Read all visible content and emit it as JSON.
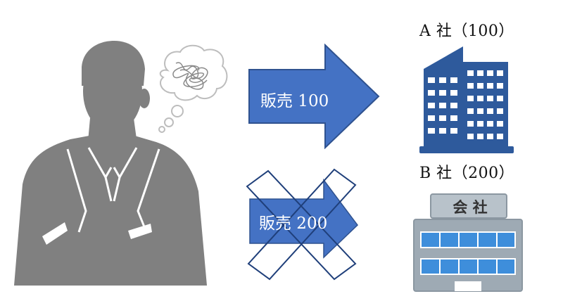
{
  "companies": {
    "a": {
      "label": "A 社（100）"
    },
    "b": {
      "label": "B 社（200）",
      "sign_text": "会 社"
    }
  },
  "arrows": {
    "top": {
      "label": "販売 100"
    },
    "bottom": {
      "label": "販売 200"
    }
  },
  "colors": {
    "arrow_fill": "#4472C4",
    "arrow_stroke": "#2F528F",
    "silhouette": "#808080",
    "building_a": "#2E5A9C",
    "building_b_body": "#9EAAB4",
    "building_b_window": "#3E8EDB"
  }
}
